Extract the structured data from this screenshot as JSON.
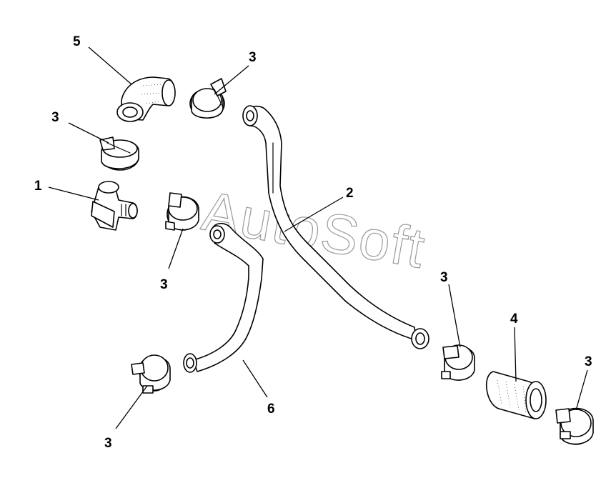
{
  "watermark": "AutoSoft",
  "callouts": {
    "hose_upper_elbow": "5",
    "clamp_top": "3",
    "clamp_left": "3",
    "fitting": "1",
    "hose_long": "2",
    "clamp_mid": "3",
    "clamp_right_mid": "3",
    "sleeve": "4",
    "clamp_far_right": "3",
    "hose_lower": "6",
    "clamp_bottom_left": "3"
  }
}
